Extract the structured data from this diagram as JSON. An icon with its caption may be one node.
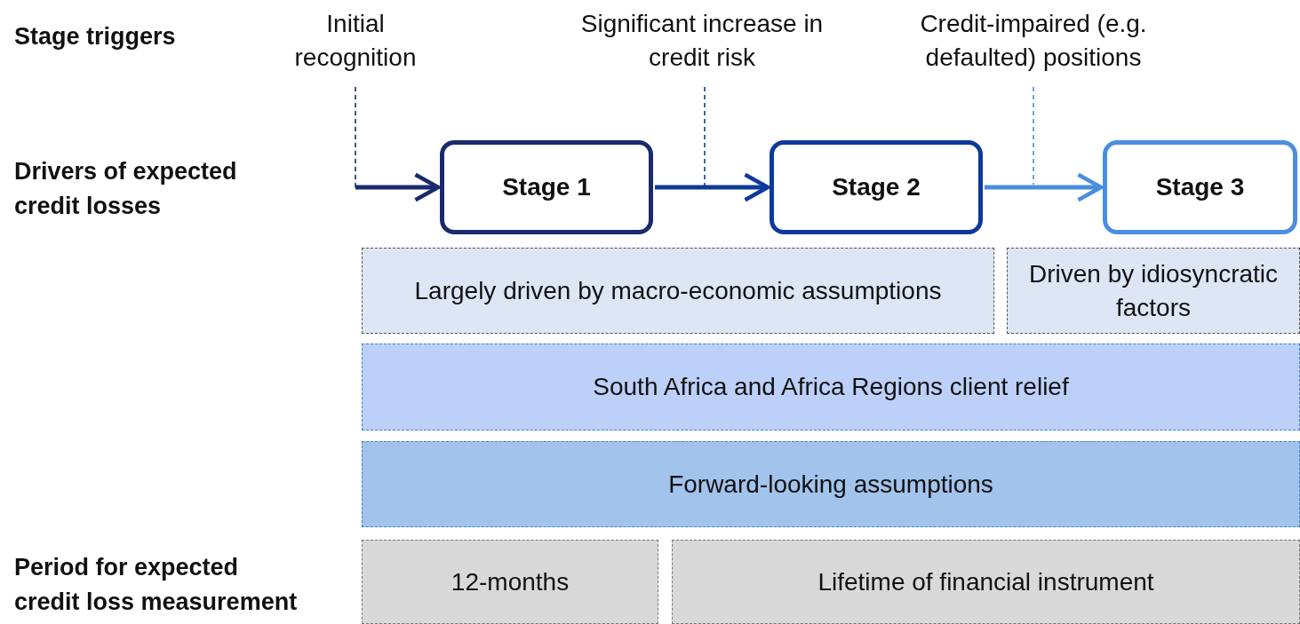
{
  "diagram": {
    "nodes": [
      {
        "text": [
          "Initial recognition"
        ]
      },
      {
        "text": [
          "Significant increase in credit risk"
        ]
      },
      {
        "text": [
          "Credit-impaired (e.g. defaulted) positions"
        ]
      },
      {
        "text": [
          "Stage 1"
        ]
      },
      {
        "text": [
          "Stage 2"
        ]
      },
      {
        "text": [
          "Stage 3"
        ]
      },
      {
        "text": [
          "Largely driven by macro-economic assumptions"
        ]
      },
      {
        "text": [
          "Driven by idiosyncratic factors"
        ]
      },
      {
        "text": [
          "South Africa and Africa Regions client relief"
        ]
      },
      {
        "text": [
          "Forward-looking assumptions"
        ]
      },
      {
        "text": [
          "12-months"
        ]
      },
      {
        "text": [
          "Lifetime of financial instrument"
        ]
      }
    ],
    "edges": [
      {
        "from": 0,
        "to": null,
        "arrow": "none",
        "style": "dashed",
        "color": "#1a2a6c"
      },
      {
        "from": null,
        "to": 3,
        "arrow": "to",
        "style": "thick",
        "color": "#1a2a6c"
      },
      {
        "from": 3,
        "to": 4,
        "arrow": "to",
        "style": "thick",
        "color": "#0d3a9a"
      },
      {
        "from": 1,
        "to": null,
        "arrow": "none",
        "style": "dashed",
        "color": "#0d3a9a"
      },
      {
        "from": 4,
        "to": 5,
        "arrow": "to",
        "style": "thick",
        "color": "#4a8ee0"
      },
      {
        "from": 2,
        "to": null,
        "arrow": "none",
        "style": "dashed",
        "color": "#4a8ee0"
      }
    ],
    "labels": [
      "Stage triggers",
      "Drivers of expected credit losses",
      "Period for expected credit loss measurement"
    ]
  }
}
